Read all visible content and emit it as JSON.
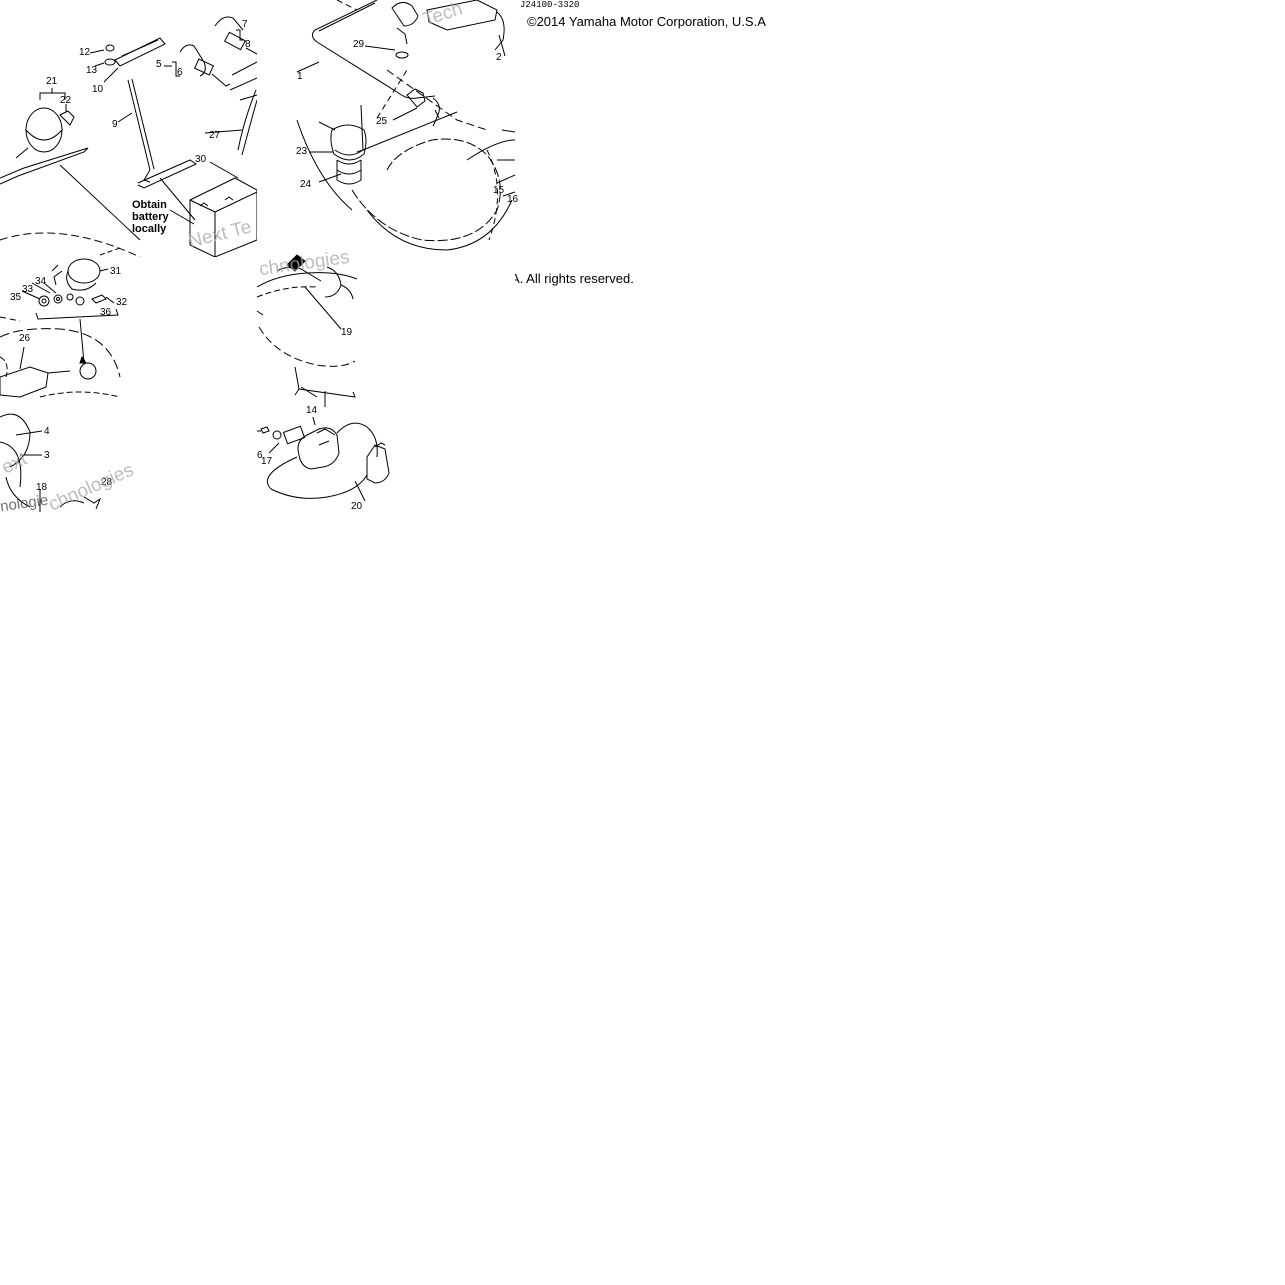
{
  "diagram": {
    "drawing_code": "J24100-3320",
    "copyright_line_1": "©2014 Yamaha Motor Corporation, U.S.A",
    "copyright_line_2": "A. All rights reserved.",
    "battery_note": "Obtain\nbattery\nlocally",
    "watermark_1": "Tech",
    "watermark_2": "Next Te",
    "watermark_3": "chnologies",
    "watermark_4": "ext",
    "watermark_5": "chnologies",
    "watermark_6": "nologie",
    "tile1_callouts": [
      "21",
      "22",
      "12",
      "13",
      "10",
      "5",
      "6",
      "7",
      "8",
      "9",
      "27",
      "30"
    ],
    "tile2_callouts": [
      "29",
      "1",
      "2",
      "25",
      "23",
      "24",
      "15",
      "16"
    ],
    "tile3_callouts": [
      "31",
      "34",
      "33",
      "35",
      "32",
      "36",
      "26",
      "4",
      "3",
      "18",
      "28"
    ],
    "tile4_callouts": [
      "19",
      "14",
      "6",
      "17",
      "20"
    ]
  }
}
